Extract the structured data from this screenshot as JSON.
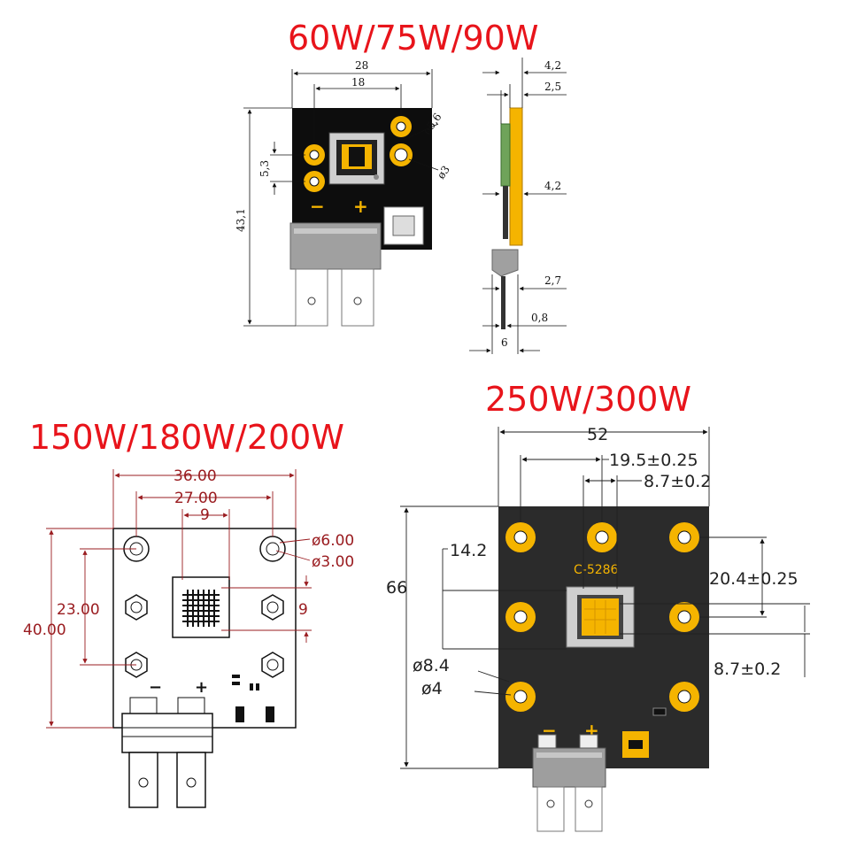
{
  "titles": {
    "top": "60W/75W/90W",
    "right": "250W/300W",
    "left": "150W/180W/200W"
  },
  "top_dims": {
    "width": "28",
    "hole_span": "18",
    "hole_big": "ø5,6",
    "hole_small": "ø3",
    "pitch": "5,3",
    "height": "43,1",
    "side_total": "4,2",
    "side_board": "2,5",
    "side_mid": "4,2",
    "side_conn": "2,7",
    "side_tab": "0,8",
    "side_width": "6",
    "minus": "−",
    "plus": "+"
  },
  "left_dims": {
    "width": "36.00",
    "hole_span": "27.00",
    "led": "9",
    "hole_big": "ø6.00",
    "hole_small": "ø3.00",
    "pitch": "23.00",
    "height": "40.00",
    "led_h": "9",
    "minus": "−",
    "plus": "+"
  },
  "right_dims": {
    "width": "52",
    "hole_span": "19.5±0.25",
    "led": "8.7±0.2",
    "offset": "14.2",
    "height": "66",
    "pitch": "20.4±0.25",
    "led_h": "8.7±0.2",
    "hole_big": "ø8.4",
    "hole_small": "ø4",
    "chip_code": "C-5286",
    "minus": "−",
    "plus": "+"
  },
  "colors": {
    "title": "#e8141b",
    "gold": "#f5b400",
    "board": "#0d0d0d",
    "board_dark": "#2b2b2b",
    "dim_red": "#9a1c20"
  }
}
